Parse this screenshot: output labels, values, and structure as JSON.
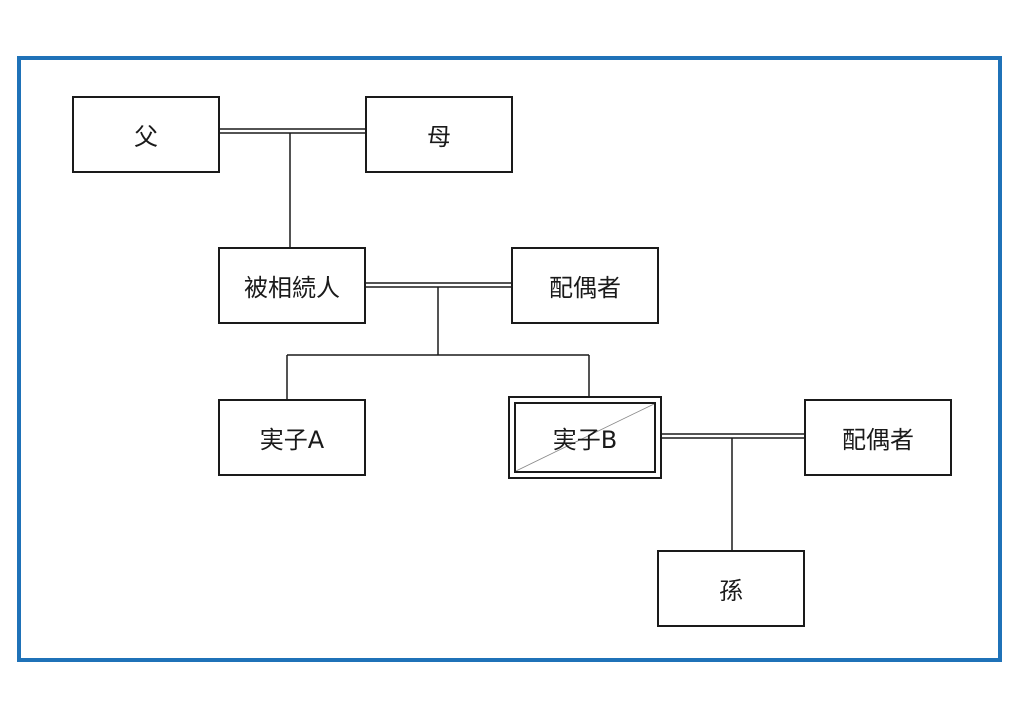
{
  "nodes": {
    "father": "父",
    "mother": "母",
    "decedent": "被相続人",
    "spouse1": "配偶者",
    "childA": "実子A",
    "childB": "実子B",
    "spouse2": "配偶者",
    "grandchild": "孫"
  },
  "colors": {
    "frame": "#1f72b8",
    "line": "#1a1a1a"
  }
}
